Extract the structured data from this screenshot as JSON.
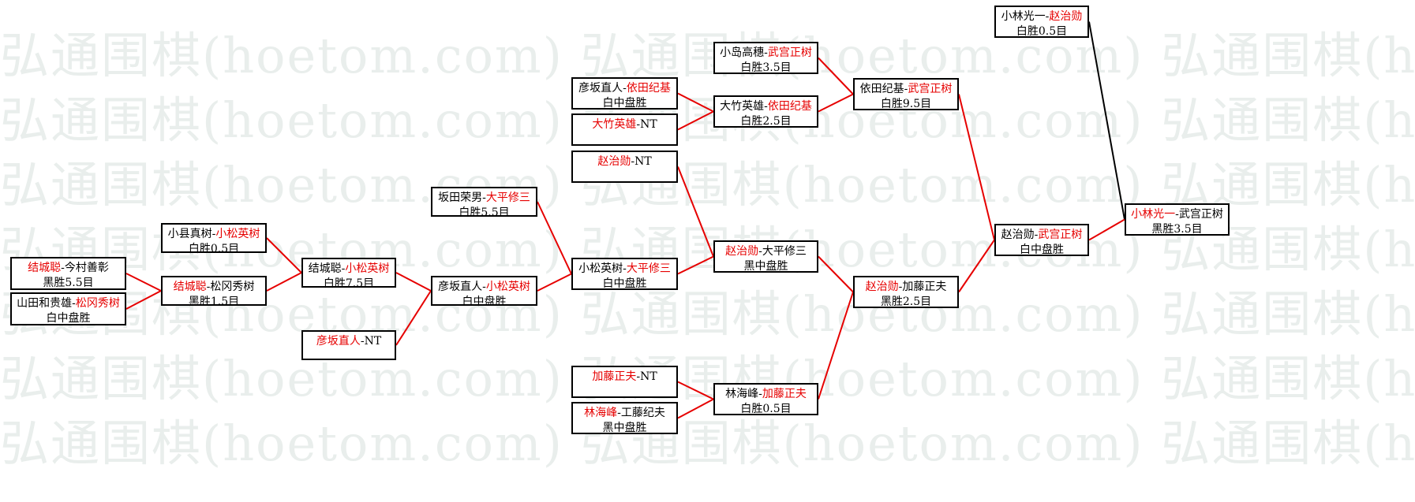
{
  "watermark": "弘通围棋(hoetom.com) 弘通围棋(hoetom.com) 弘通围棋(hoetom.com)",
  "colors": {
    "winner_line": "#e60000",
    "final_line": "#000000",
    "winner_text": "#e60000"
  },
  "matches": [
    {
      "id": "m01",
      "p1": "结城聪",
      "sep": "-",
      "p2": "今村善彰",
      "winner": 1,
      "result": "黑胜5.5目"
    },
    {
      "id": "m02",
      "p1": "山田和贵雄",
      "sep": "-",
      "p2": "松冈秀树",
      "winner": 2,
      "result": "白中盘胜"
    },
    {
      "id": "m03",
      "p1": "小县真树",
      "sep": "-",
      "p2": "小松英树",
      "winner": 2,
      "result": "白胜0.5目"
    },
    {
      "id": "m04",
      "p1": "结城聪",
      "sep": "-",
      "p2": "松冈秀树",
      "winner": 1,
      "result": "黑胜1.5目"
    },
    {
      "id": "m05",
      "p1": "结城聪",
      "sep": "-",
      "p2": "小松英树",
      "winner": 2,
      "result": "白胜7.5目"
    },
    {
      "id": "m06",
      "p1": "彦坂直人",
      "sep": "-",
      "p2": "NT",
      "winner": 1,
      "result": ""
    },
    {
      "id": "m07",
      "p1": "坂田荣男",
      "sep": "-",
      "p2": "大平修三",
      "winner": 2,
      "result": "白胜5.5目"
    },
    {
      "id": "m08",
      "p1": "彦坂直人",
      "sep": "-",
      "p2": "小松英树",
      "winner": 2,
      "result": "白中盘胜"
    },
    {
      "id": "m09",
      "p1": "彦坂直人",
      "sep": "-",
      "p2": "依田纪基",
      "winner": 2,
      "result": "白中盘胜"
    },
    {
      "id": "m10",
      "p1": "大竹英雄",
      "sep": "-",
      "p2": "NT",
      "winner": 1,
      "result": ""
    },
    {
      "id": "m11",
      "p1": "赵治勋",
      "sep": "-",
      "p2": "NT",
      "winner": 1,
      "result": ""
    },
    {
      "id": "m12",
      "p1": "小松英树",
      "sep": "-",
      "p2": "大平修三",
      "winner": 2,
      "result": "白中盘胜"
    },
    {
      "id": "m13",
      "p1": "加藤正夫",
      "sep": "-",
      "p2": "NT",
      "winner": 1,
      "result": ""
    },
    {
      "id": "m14",
      "p1": "林海峰",
      "sep": "-",
      "p2": "工藤纪夫",
      "winner": 1,
      "result": "黑中盘胜"
    },
    {
      "id": "m15",
      "p1": "小岛高穗",
      "sep": "-",
      "p2": "武宫正树",
      "winner": 2,
      "result": "白胜3.5目"
    },
    {
      "id": "m16",
      "p1": "大竹英雄",
      "sep": "-",
      "p2": "依田纪基",
      "winner": 2,
      "result": "白胜2.5目"
    },
    {
      "id": "m17",
      "p1": "赵治勋",
      "sep": "-",
      "p2": "大平修三",
      "winner": 1,
      "result": "黑中盘胜"
    },
    {
      "id": "m18",
      "p1": "林海峰",
      "sep": "-",
      "p2": "加藤正夫",
      "winner": 2,
      "result": "白胜0.5目"
    },
    {
      "id": "m19",
      "p1": "依田纪基",
      "sep": "-",
      "p2": "武宫正树",
      "winner": 2,
      "result": "白胜9.5目"
    },
    {
      "id": "m20",
      "p1": "赵治勋",
      "sep": "-",
      "p2": "加藤正夫",
      "winner": 1,
      "result": "黑胜2.5目"
    },
    {
      "id": "m21",
      "p1": "小林光一",
      "sep": "-",
      "p2": "赵治勋",
      "winner": 2,
      "result": "白胜0.5目"
    },
    {
      "id": "m22",
      "p1": "赵治勋",
      "sep": "-",
      "p2": "武宫正树",
      "winner": 2,
      "result": "白中盘胜"
    },
    {
      "id": "m23",
      "p1": "小林光一",
      "sep": "-",
      "p2": "武宫正树",
      "winner": 1,
      "result": "黑胜3.5目"
    }
  ],
  "links": [
    {
      "from": [
        "m01",
        "m02"
      ],
      "to": "m04",
      "color": "winner_line"
    },
    {
      "from": [
        "m03",
        "m04"
      ],
      "to": "m05",
      "color": "winner_line"
    },
    {
      "from": [
        "m05",
        "m06"
      ],
      "to": "m08",
      "color": "winner_line"
    },
    {
      "from": [
        "m07",
        "m08"
      ],
      "to": "m12",
      "color": "winner_line"
    },
    {
      "from": [
        "m09",
        "m10"
      ],
      "to": "m16",
      "color": "winner_line"
    },
    {
      "from": [
        "m11",
        "m12"
      ],
      "to": "m17",
      "color": "winner_line"
    },
    {
      "from": [
        "m13",
        "m14"
      ],
      "to": "m18",
      "color": "winner_line"
    },
    {
      "from": [
        "m15",
        "m16"
      ],
      "to": "m19",
      "color": "winner_line"
    },
    {
      "from": [
        "m17",
        "m18"
      ],
      "to": "m20",
      "color": "winner_line"
    },
    {
      "from": [
        "m19",
        "m20"
      ],
      "to": "m22",
      "color": "winner_line"
    },
    {
      "from": [
        "m21"
      ],
      "to": "m23",
      "color": "final_line"
    },
    {
      "from": [
        "m22"
      ],
      "to": "m23",
      "color": "winner_line"
    }
  ]
}
